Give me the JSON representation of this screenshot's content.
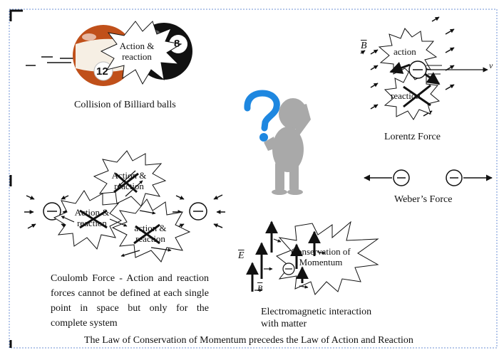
{
  "billiard": {
    "burst": [
      "Action &",
      "reaction"
    ],
    "ball_a": "12",
    "ball_b": "8",
    "caption": "Collision of Billiard balls"
  },
  "lorentz": {
    "field_symbol": "B",
    "velocity_symbol": "v",
    "action": "action",
    "reaction": "reaction",
    "caption": "Lorentz Force"
  },
  "weber": {
    "caption": "Weber’s Force"
  },
  "coulomb": {
    "burst_top": [
      "Action &",
      "reaction"
    ],
    "burst_left": [
      "Action &",
      "reaction"
    ],
    "burst_right": [
      "action &",
      "reaction"
    ],
    "description": "Coulomb Force - Action and reaction forces cannot be defined at each single point in space but only for the complete system"
  },
  "em": {
    "field_e": "E",
    "field_b": "B",
    "burst": [
      "Conservation of",
      "Momentum"
    ],
    "caption": [
      "Electromagnetic interaction",
      "with matter"
    ]
  },
  "footer": "The Law of Conservation of Momentum precedes the Law of Action and Reaction",
  "colors": {
    "ball12": "#c0501a",
    "ball8": "#111111",
    "question": "#1e87e0",
    "figure": "#a9a9a9",
    "frame": "#6b8fd6"
  }
}
